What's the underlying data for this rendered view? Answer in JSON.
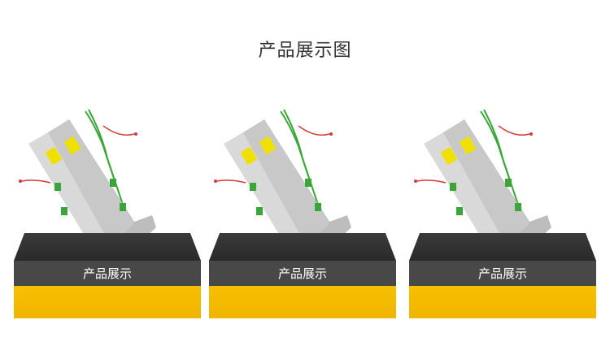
{
  "page": {
    "title": "产品展示图"
  },
  "showcase": {
    "items": [
      {
        "label": "产品展示"
      },
      {
        "label": "产品展示"
      },
      {
        "label": "产品展示"
      }
    ]
  },
  "colors": {
    "pedestal_top": "#2f2f2f",
    "pedestal_label": "#484848",
    "pedestal_base": "#f4bb00",
    "product_body": "#cfcfcf",
    "wire_green": "#3aa63a",
    "wire_red": "#d43a3a"
  }
}
